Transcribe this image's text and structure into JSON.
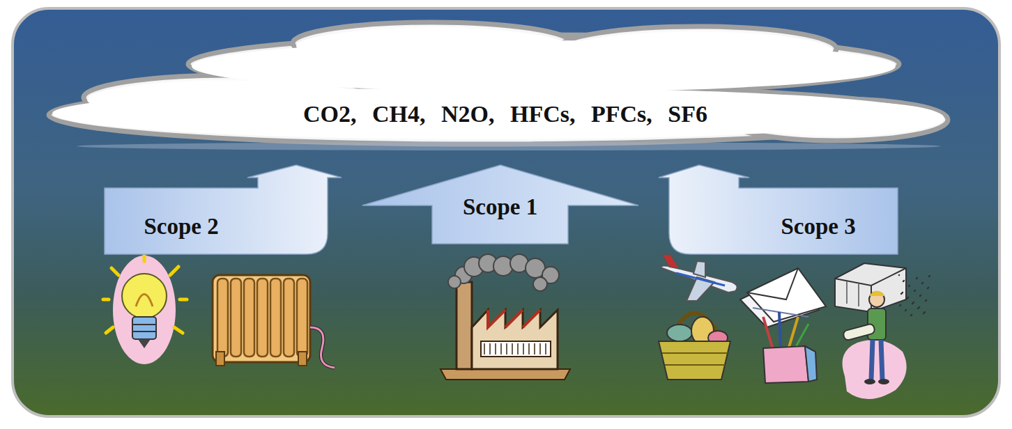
{
  "diagram": {
    "nodes": [
      {
        "text": [
          "CO2, CH4, N2O, HFCs, PFCs, SF6"
        ]
      },
      {
        "text": [
          "Scope 2"
        ]
      },
      {
        "text": [
          "Scope 1"
        ]
      },
      {
        "text": [
          "Scope 3"
        ]
      }
    ]
  }
}
